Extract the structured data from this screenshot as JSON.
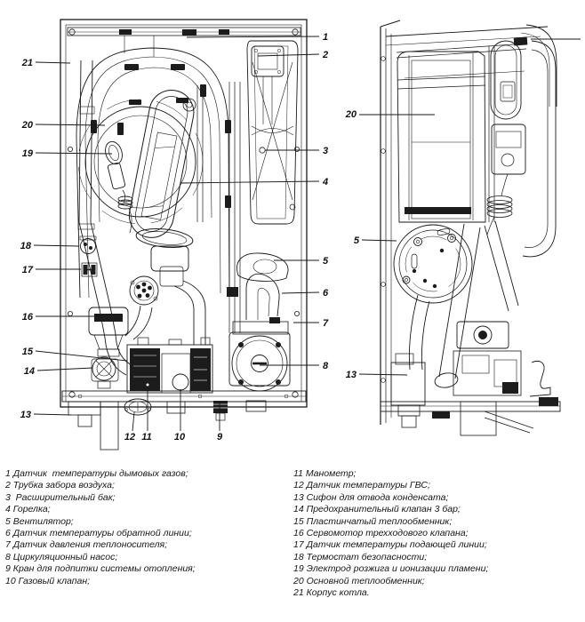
{
  "figure": {
    "type": "boiler-internal-parts-diagram",
    "views": [
      "front-view-full",
      "side-view-partial"
    ],
    "colors": {
      "background": "#ffffff",
      "line": "#1a1a1a",
      "dark_fill": "#1c1c1c",
      "text": "#161616"
    }
  },
  "callouts": {
    "left_view_left": [
      "21",
      "20",
      "19",
      "18",
      "17",
      "16",
      "15",
      "14",
      "13"
    ],
    "left_view_right": [
      "1",
      "2",
      "3",
      "4",
      "5",
      "6",
      "7",
      "8"
    ],
    "left_view_bottom": [
      "12",
      "11",
      "10",
      "9"
    ],
    "right_view": [
      "20",
      "5",
      "13"
    ]
  },
  "legend": {
    "left_column": [
      "1 Датчик  температуры дымовых газов;",
      "2 Трубка забора воздуха;",
      "3  Расширительный бак;",
      "4 Горелка;",
      "5 Вентилятор;",
      "6 Датчик температуры обратной линии;",
      "7 Датчик давления теплоносителя;",
      "8 Циркуляционный насос;",
      "9 Кран для подпитки системы отопления;",
      "10 Газовый клапан;"
    ],
    "right_column": [
      "11 Манометр;",
      "12 Датчик температуры ГВС;",
      "13 Сифон для отвода конденсата;",
      "14 Предохранительный клапан 3 бар;",
      "15 Пластинчатый теплообменник;",
      "16 Сервомотор трехходового клапана;",
      "17 Датчик температуры подающей линии;",
      "18 Термостат безопасности;",
      "19 Электрод розжига и ионизации пламени;",
      "20 Основной теплообменник;",
      "21 Корпус котла."
    ]
  }
}
